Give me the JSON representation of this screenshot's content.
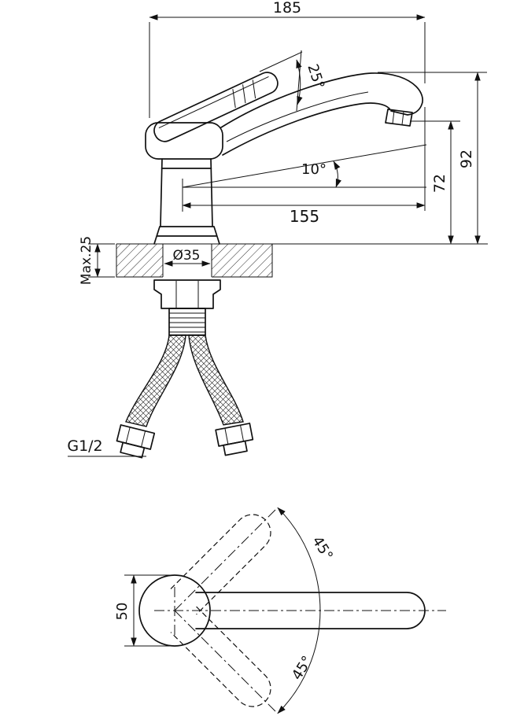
{
  "drawing": {
    "type": "technical dimension drawing",
    "subject": "single-lever sink mixer faucet",
    "views": [
      "side elevation with mounting section",
      "plan view with swivel range"
    ]
  },
  "colors": {
    "line": "#111111",
    "background": "#ffffff"
  },
  "side_view": {
    "total_width_mm": "185",
    "handle_angle": "25°",
    "spout_angle": "10°",
    "spout_reach_mm": "155",
    "spout_height_mm": "72",
    "total_height_mm": "92",
    "max_counter_thickness": "Max.25",
    "hole_diameter": "Ø35",
    "connection_thread": "G1/2"
  },
  "plan_view": {
    "swivel_angle_upper": "45°",
    "swivel_angle_lower": "45°",
    "body_width_mm": "50"
  }
}
